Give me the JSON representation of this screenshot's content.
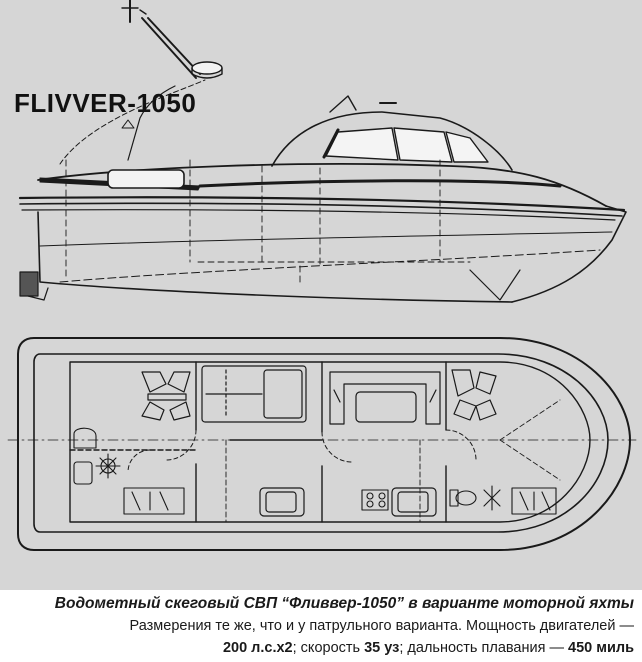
{
  "figure": {
    "title": "FLIVVER-1050",
    "background_color": "#d6d6d6",
    "line_color": "#1a1a1a"
  },
  "caption": {
    "title": "Водометный скеговый СВП “Фливвер-1050” в варианте моторной яхты",
    "line1": "Размерения те же, что и у патрульного варианта. Мощность двигателей —",
    "power_value": "200 л.с.х2",
    "speed_label": "; скорость ",
    "speed_value": "35 уз",
    "range_label": "; дальность плавания — ",
    "range_value": "450 миль"
  }
}
